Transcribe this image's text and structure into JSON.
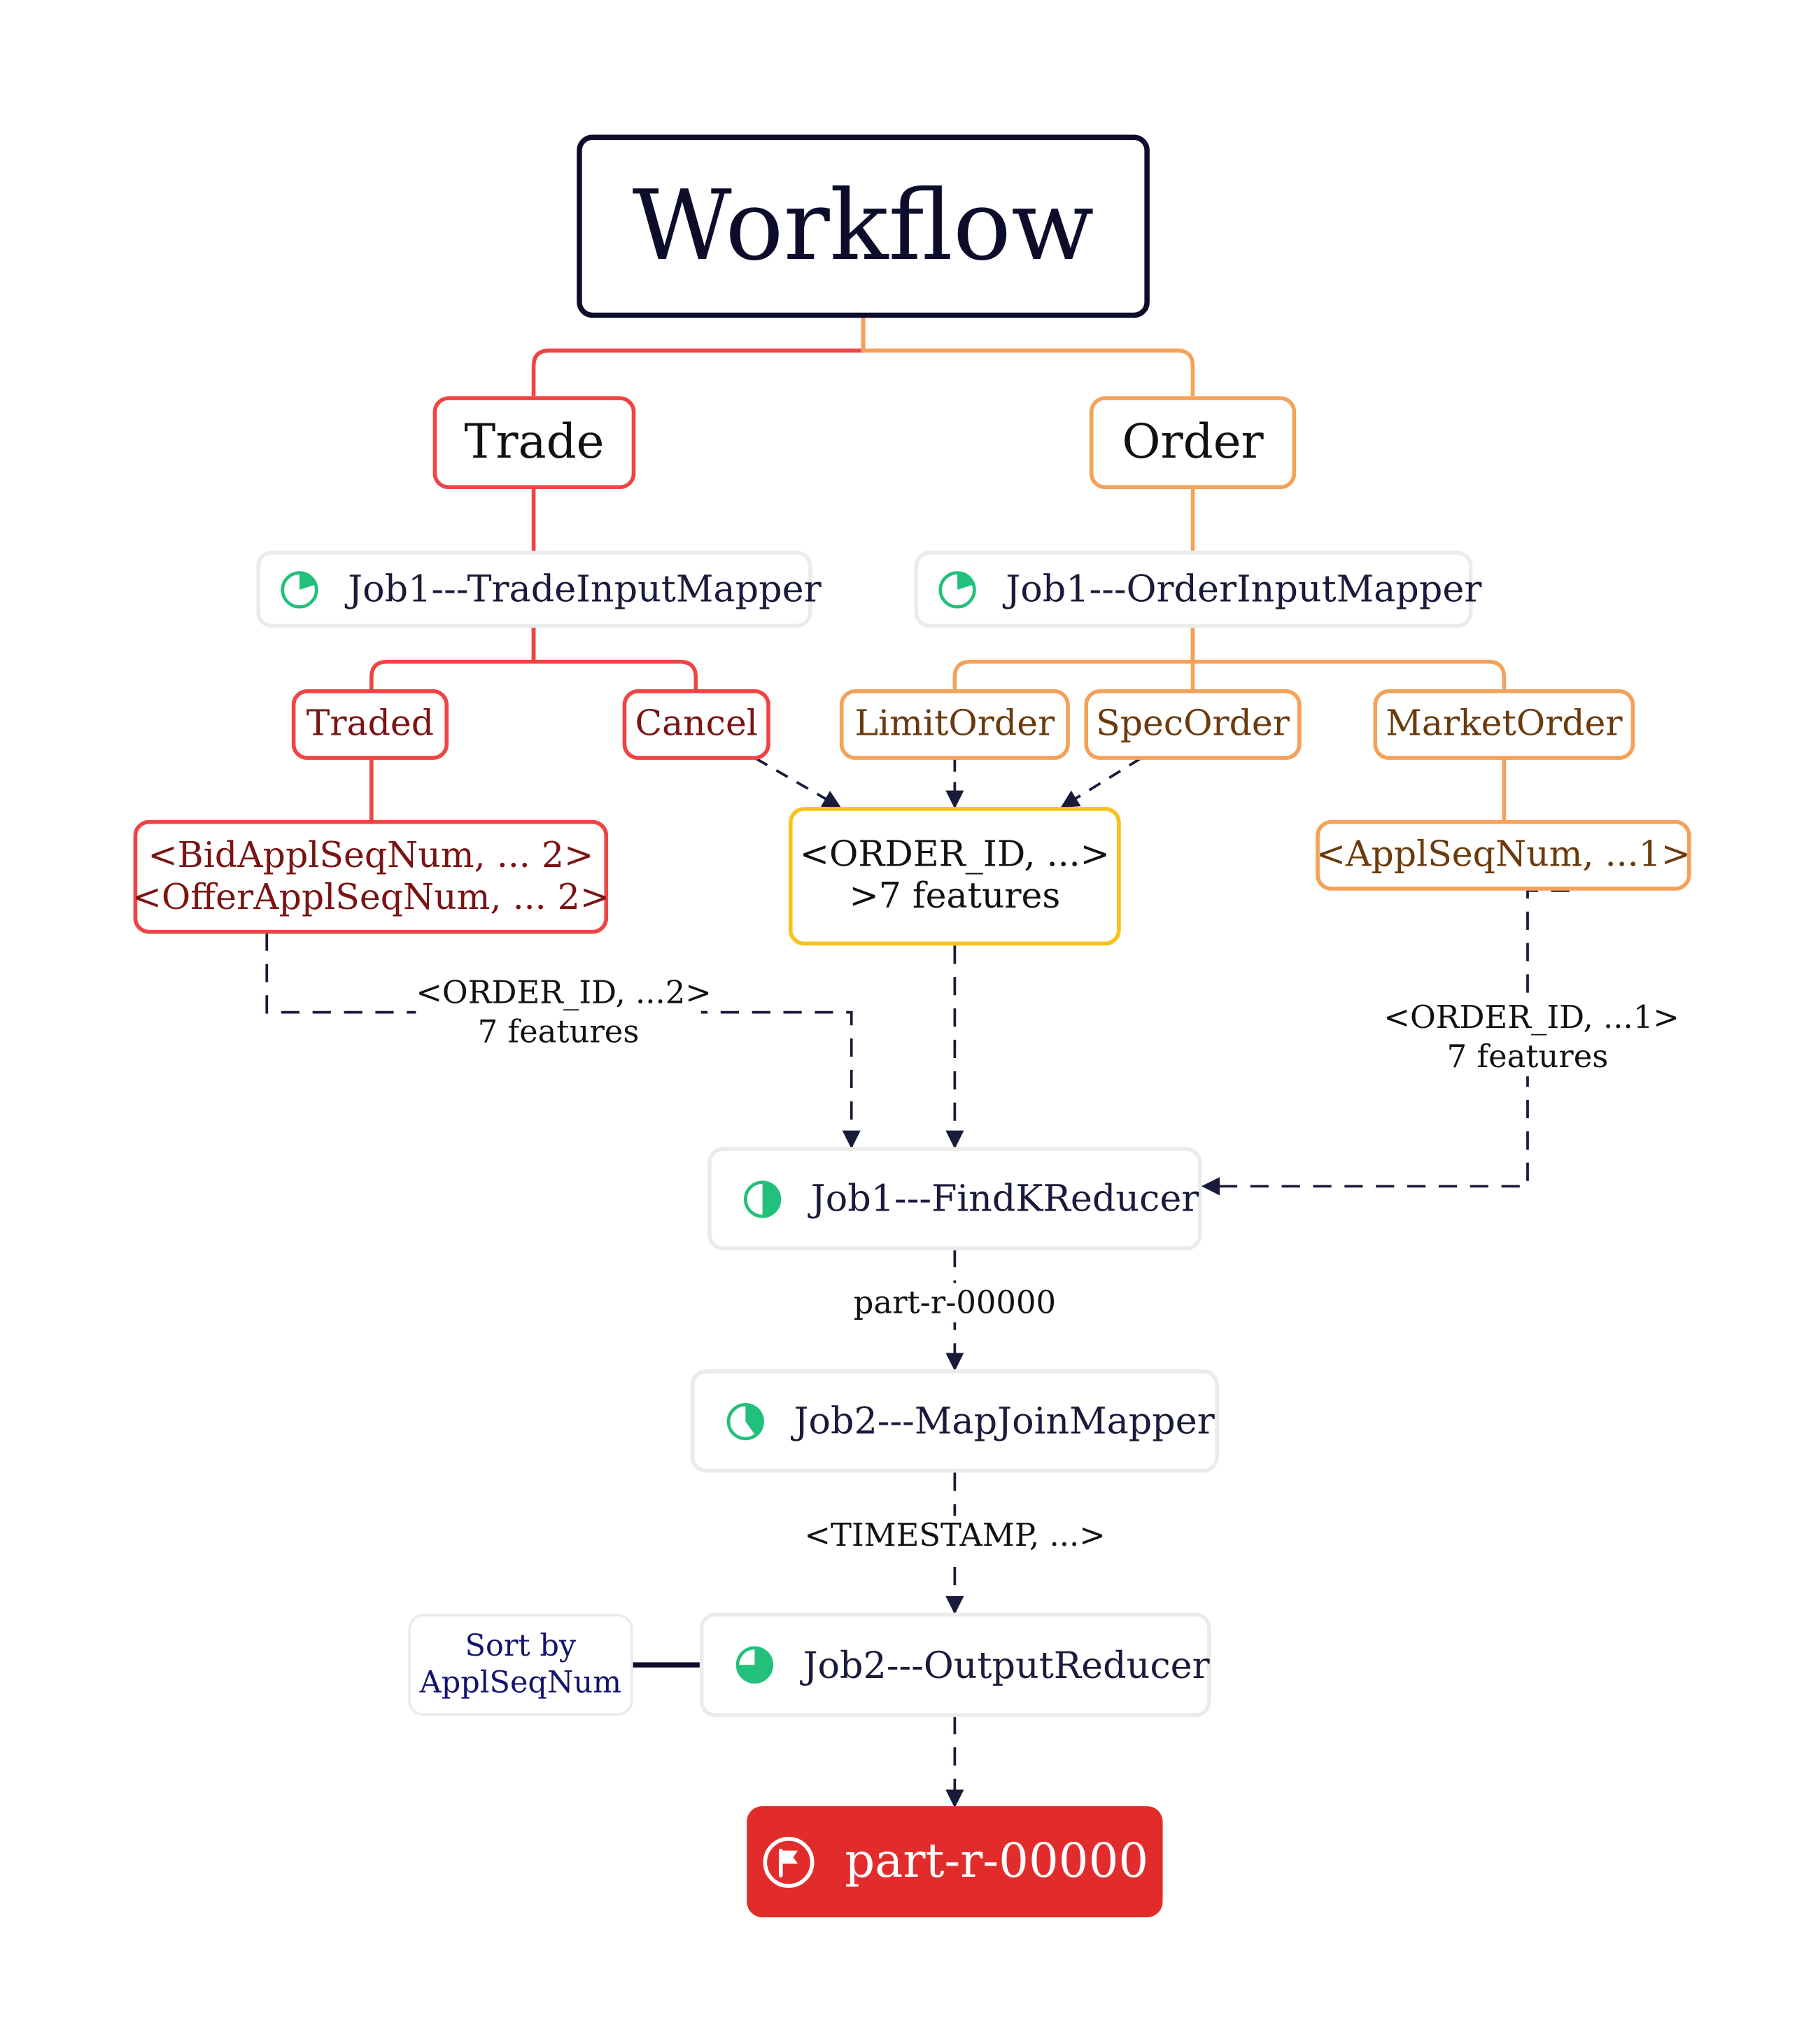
{
  "title": "Workflow",
  "categories": {
    "trade": "Trade",
    "order": "Order"
  },
  "jobs": {
    "trade_mapper": "Job1---TradeInputMapper",
    "order_mapper": "Job1---OrderInputMapper",
    "find_reducer": "Job1---FindKReducer",
    "map_join": "Job2---MapJoinMapper",
    "output_reducer": "Job2---OutputReducer"
  },
  "trade_outputs": {
    "traded": "Traded",
    "cancel": "Cancel"
  },
  "order_outputs": {
    "limit": "LimitOrder",
    "spec": "SpecOrder",
    "market": "MarketOrder"
  },
  "keys": {
    "bid_line1": "<BidApplSeqNum, ... 2>",
    "bid_line2": "<OfferApplSeqNum, ... 2>",
    "order_id_line1": "<ORDER_ID, ...>",
    "order_id_line2": ">7 features",
    "appl_seq": "<ApplSeqNum, ...1>"
  },
  "edge_labels": {
    "left_line1": "<ORDER_ID, ...2>",
    "left_line2": "7 features",
    "right_line1": "<ORDER_ID, ...1>",
    "right_line2": "7 features",
    "part": "part-r-00000",
    "timestamp": "<TIMESTAMP, ...>"
  },
  "note": {
    "line1": "Sort by",
    "line2": "ApplSeqNum"
  },
  "final": "part-r-00000",
  "icons": {
    "progress": "progress-pie-icon",
    "flag": "flag-icon"
  },
  "colors": {
    "trade": "#ef4444",
    "order": "#f4a259",
    "merge": "#f7c21a",
    "progress": "#22c07a",
    "final": "#e22c2c",
    "dashed": "#1a1a3a"
  },
  "progress": {
    "trade_mapper": 0.2,
    "order_mapper": 0.2,
    "find_reducer": 0.5,
    "map_join": 0.4,
    "output_reducer": 0.75
  }
}
